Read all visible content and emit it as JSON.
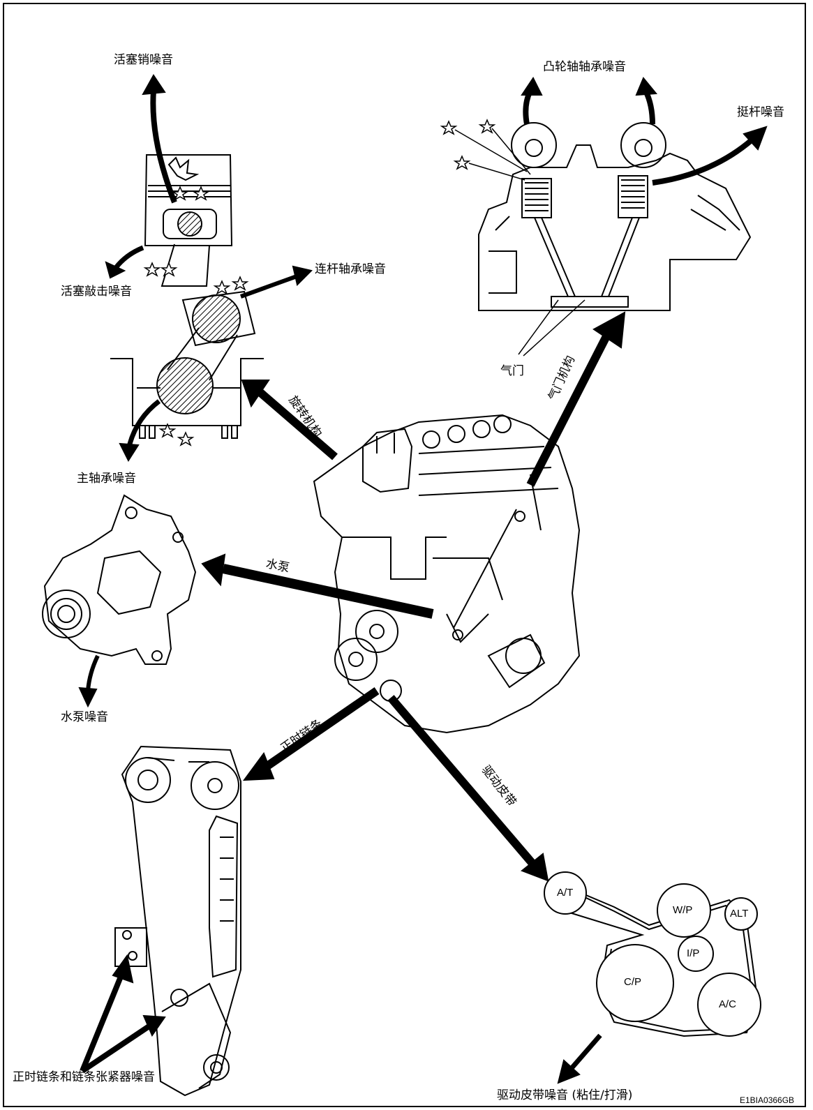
{
  "labels": {
    "piston_pin_noise": "活塞销噪音",
    "camshaft_bearing_noise": "凸轮轴轴承噪音",
    "tappet_noise": "挺杆噪音",
    "piston_slap_noise": "活塞敲击噪音",
    "conrod_bearing_noise": "连杆轴承噪音",
    "valve": "气门",
    "valve_mechanism": "气门机构",
    "rotating_mechanism": "旋转机构",
    "main_bearing_noise": "主轴承噪音",
    "water_pump": "水泵",
    "water_pump_noise": "水泵噪音",
    "timing_chain": "正时链条",
    "drive_belt": "驱动皮带",
    "timing_chain_tensioner_noise": "正时链条和链条张紧器噪音",
    "drive_belt_noise": "驱动皮带噪音 (粘住/打滑)",
    "figure_code": "E1BIA0366GB"
  },
  "belt_pulleys": {
    "at": "A/T",
    "wp": "W/P",
    "alt": "ALT",
    "ip": "I/P",
    "cp": "C/P",
    "ac": "A/C"
  }
}
